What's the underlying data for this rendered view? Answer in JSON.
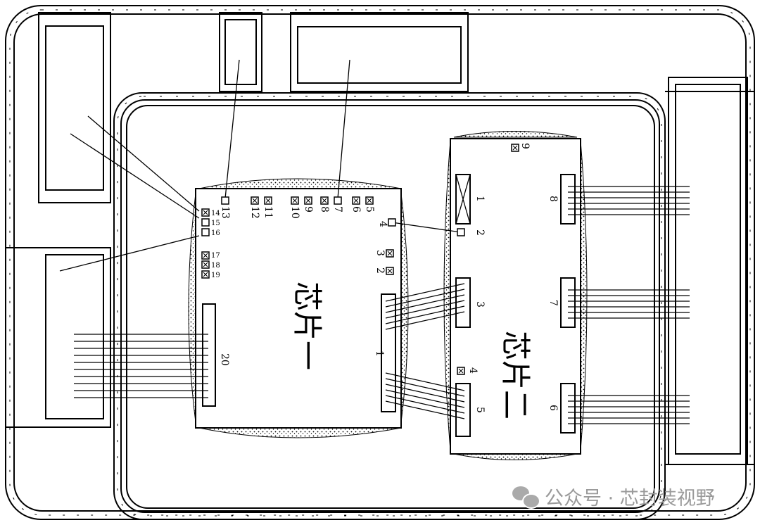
{
  "chips": {
    "chip1": "芯片一",
    "chip2": "芯片二"
  },
  "chip1_pads": {
    "p1": "1",
    "p2": "2",
    "p3": "3",
    "p4": "4",
    "p5": "5",
    "p6": "6",
    "p7": "7",
    "p8": "8",
    "p9": "9",
    "p10": "10",
    "p11": "11",
    "p12": "12",
    "p13": "13",
    "p14": "14",
    "p15": "15",
    "p16": "16",
    "p17": "17",
    "p18": "18",
    "p19": "19",
    "p20": "20"
  },
  "chip2_pads": {
    "p1": "1",
    "p2": "2",
    "p3": "3",
    "p4": "4",
    "p5": "5",
    "p6": "6",
    "p7": "7",
    "p8": "8",
    "p9": "9"
  },
  "watermark": {
    "text": "公众号 · 芯封装视野"
  }
}
